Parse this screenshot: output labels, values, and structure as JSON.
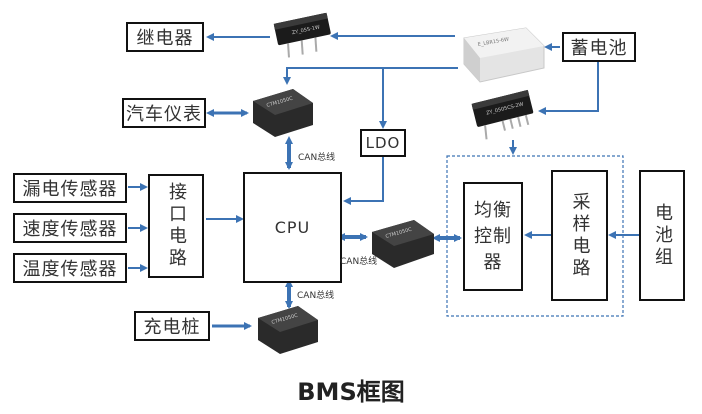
{
  "title": "BMS框图",
  "colors": {
    "arrow": "#3c73b4",
    "border": "#111111",
    "dashed": "#3c73b4"
  },
  "boxes": {
    "relay": "继电器",
    "car_meter": "汽车仪表",
    "battery": "蓄电池",
    "ldo": "LDO",
    "leak_sensor": "漏电传感器",
    "speed_sensor": "速度传感器",
    "temp_sensor": "温度传感器",
    "interface": "接口电路",
    "cpu": "CPU",
    "balance": "均衡控制器",
    "sampling": "采样电路",
    "battery_pack": "电池组",
    "charger": "充电桩"
  },
  "bus_labels": [
    "CAN总线",
    "CAN总线",
    "CAN总线"
  ],
  "modules": [
    {
      "id": "dcdc-sip-top",
      "label": "ZY_05S-1W"
    },
    {
      "id": "can-transceiver-top",
      "label": "CTM1050C"
    },
    {
      "id": "dcdc-metal",
      "label": "E_LBR15-6W"
    },
    {
      "id": "dcdc-sip-right",
      "label": "ZY_0505CS-2W"
    },
    {
      "id": "can-transceiver-mid",
      "label": "CTM1050C"
    },
    {
      "id": "can-transceiver-bottom",
      "label": "CTM1050C"
    }
  ]
}
